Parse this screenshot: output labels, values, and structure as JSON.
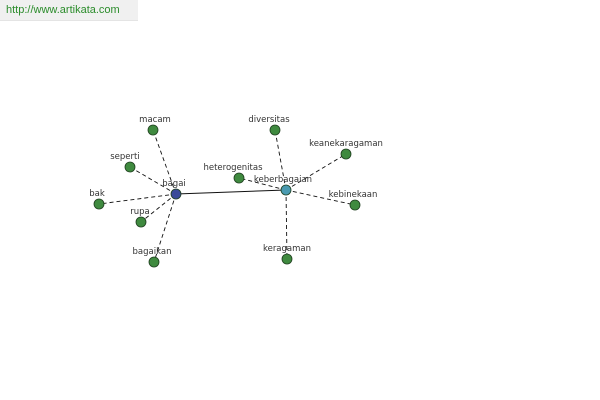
{
  "header": {
    "url": "http://www.artikata.com"
  },
  "colors": {
    "url_text": "#2b8c2b",
    "node_default": "#3f8a3f",
    "node_main": "#3a4a9a",
    "node_secondary": "#4a9ab0",
    "edge": "#111111"
  },
  "graph": {
    "nodes": [
      {
        "id": "bagai",
        "label": "bagai",
        "kind": "main"
      },
      {
        "id": "keberbagaian",
        "label": "keberbagaian",
        "kind": "secondary"
      },
      {
        "id": "macam",
        "label": "macam",
        "kind": "default"
      },
      {
        "id": "seperti",
        "label": "seperti",
        "kind": "default"
      },
      {
        "id": "bak",
        "label": "bak",
        "kind": "default"
      },
      {
        "id": "rupa",
        "label": "rupa",
        "kind": "default"
      },
      {
        "id": "bagaikan",
        "label": "bagaikan",
        "kind": "default"
      },
      {
        "id": "diversitas",
        "label": "diversitas",
        "kind": "default"
      },
      {
        "id": "keanekaragaman",
        "label": "keanekaragaman",
        "kind": "default"
      },
      {
        "id": "heterogenitas",
        "label": "heterogenitas",
        "kind": "default"
      },
      {
        "id": "kebinekaan",
        "label": "kebinekaan",
        "kind": "default"
      },
      {
        "id": "keragaman",
        "label": "keragaman",
        "kind": "default"
      }
    ],
    "edges": [
      {
        "from": "bagai",
        "to": "keberbagaian",
        "style": "solid"
      },
      {
        "from": "bagai",
        "to": "macam",
        "style": "dashed"
      },
      {
        "from": "bagai",
        "to": "seperti",
        "style": "dashed"
      },
      {
        "from": "bagai",
        "to": "bak",
        "style": "dashed"
      },
      {
        "from": "bagai",
        "to": "rupa",
        "style": "dashed"
      },
      {
        "from": "bagai",
        "to": "bagaikan",
        "style": "dashed"
      },
      {
        "from": "keberbagaian",
        "to": "diversitas",
        "style": "dashed"
      },
      {
        "from": "keberbagaian",
        "to": "keanekaragaman",
        "style": "dashed"
      },
      {
        "from": "keberbagaian",
        "to": "heterogenitas",
        "style": "dashed"
      },
      {
        "from": "keberbagaian",
        "to": "kebinekaan",
        "style": "dashed"
      },
      {
        "from": "keberbagaian",
        "to": "keragaman",
        "style": "dashed"
      }
    ]
  }
}
